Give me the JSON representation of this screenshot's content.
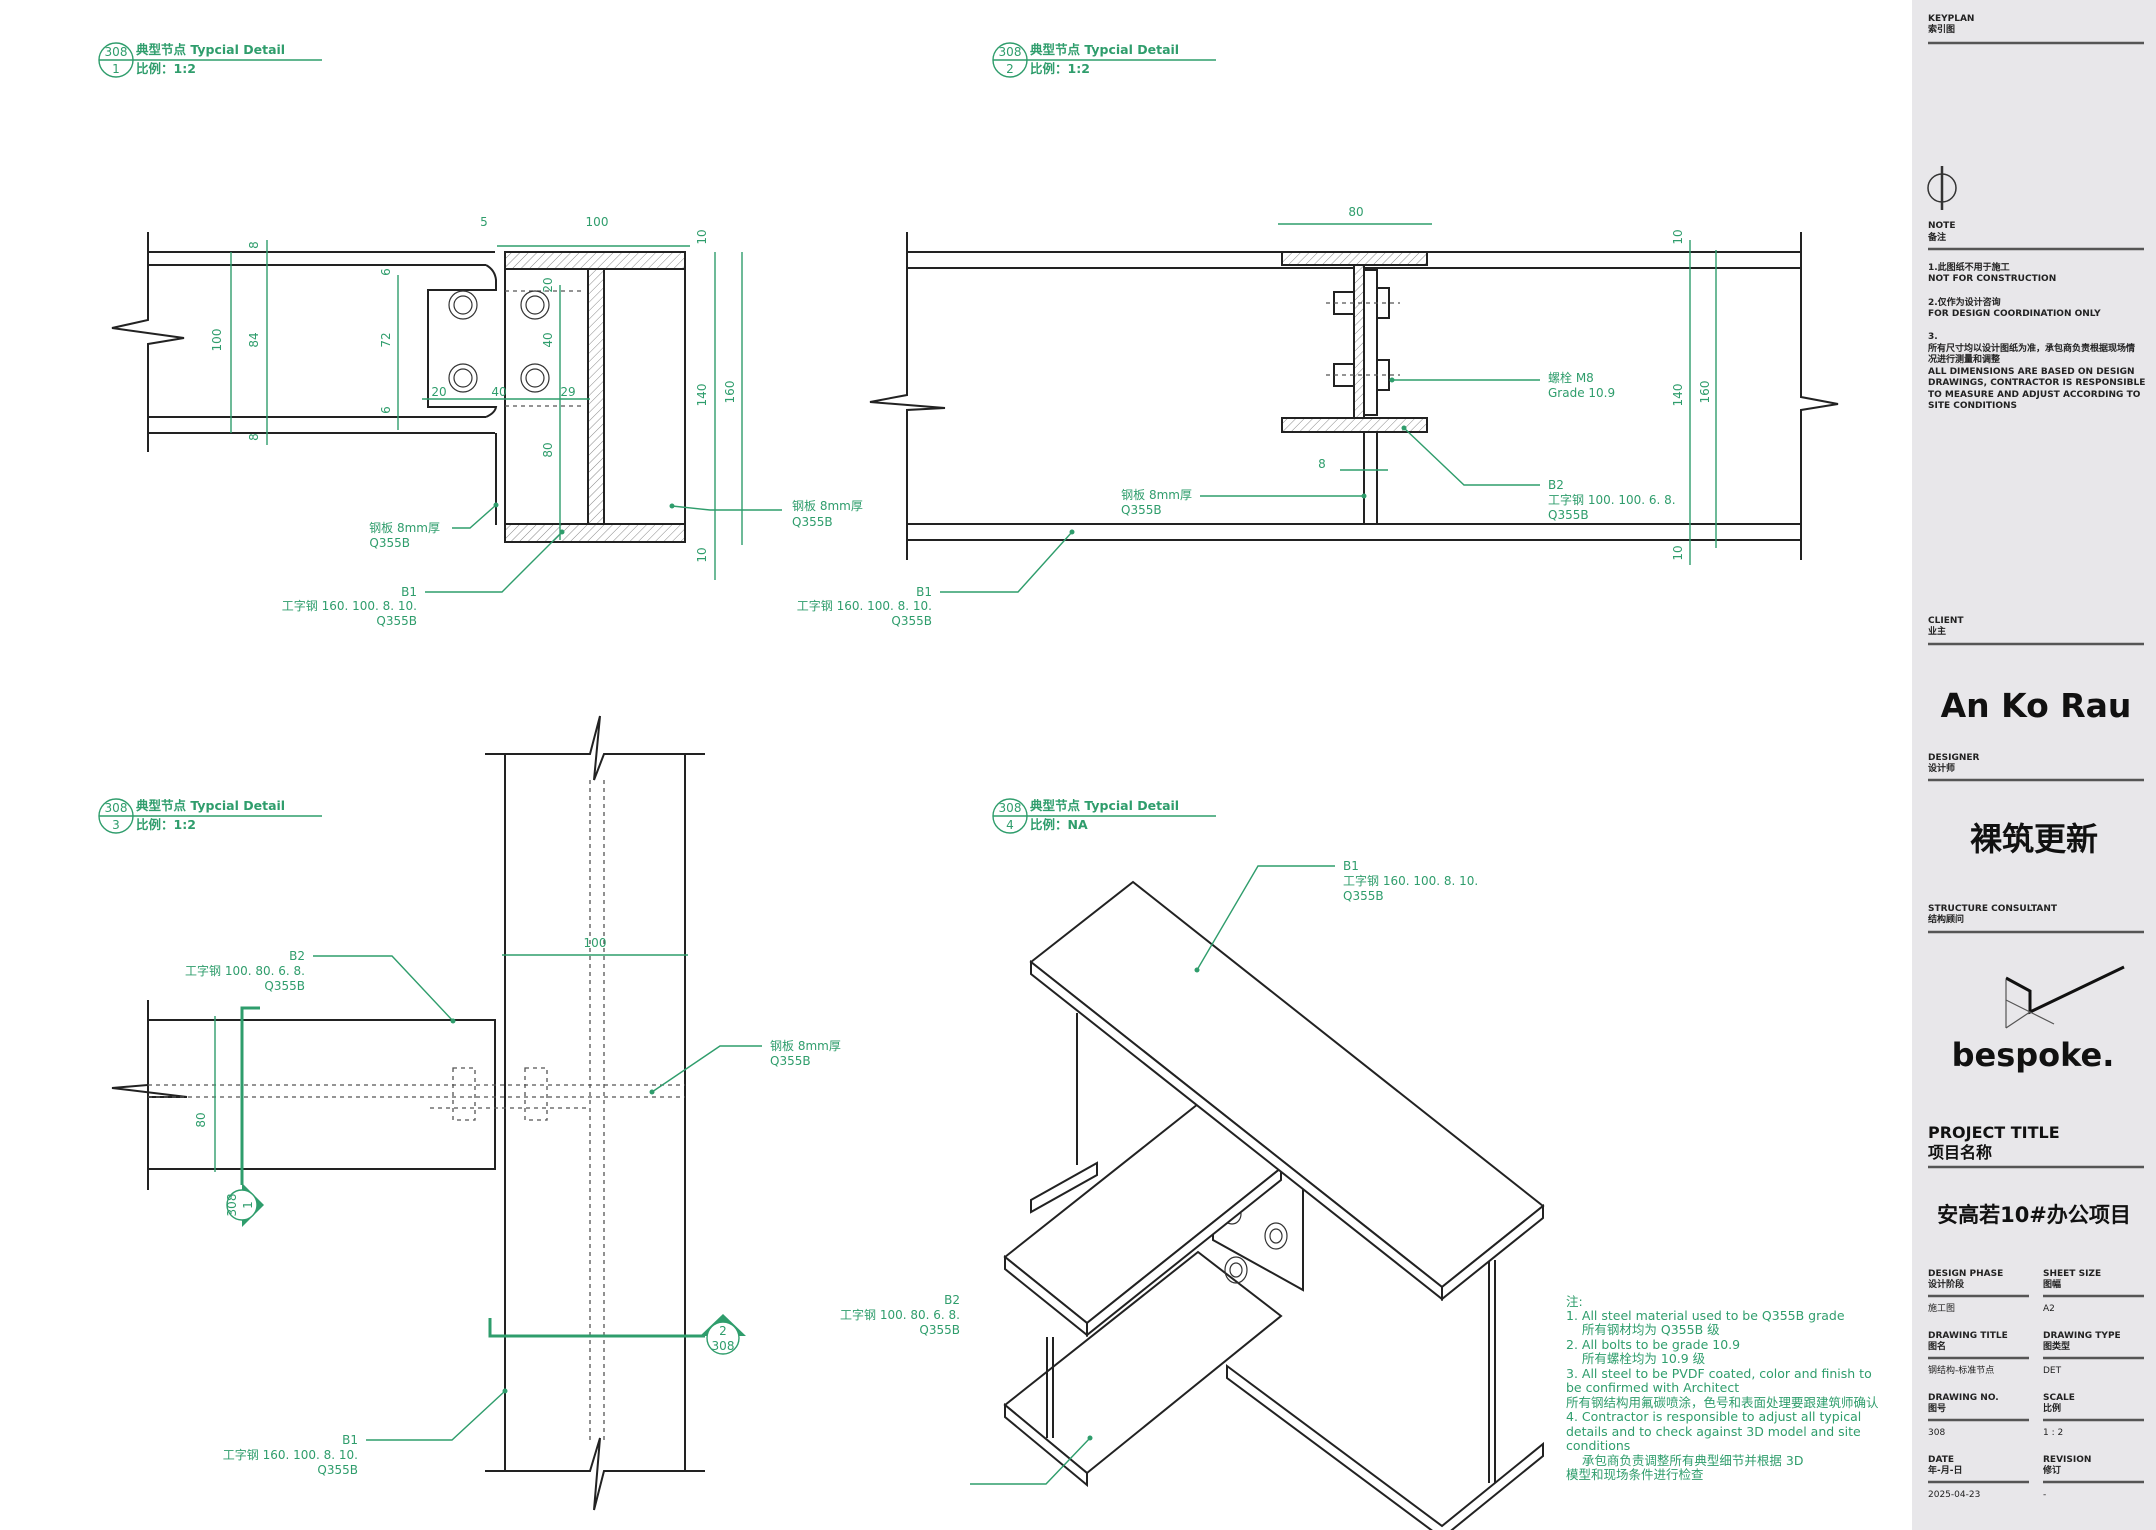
{
  "colors": {
    "accent": "#2f9d6c",
    "sidebar": "#e8e7ea",
    "line": "#222222"
  },
  "details": [
    {
      "sheet": "308",
      "num": "1",
      "title": "典型节点 Typcial Detail",
      "scale": "比例：1:2"
    },
    {
      "sheet": "308",
      "num": "2",
      "title": "典型节点 Typcial Detail",
      "scale": "比例：1:2"
    },
    {
      "sheet": "308",
      "num": "3",
      "title": "典型节点 Typcial Detail",
      "scale": "比例：1:2"
    },
    {
      "sheet": "308",
      "num": "4",
      "title": "典型节点 Typcial Detail",
      "scale": "比例：NA"
    }
  ],
  "detail1": {
    "dims": [
      "5",
      "100",
      "8",
      "100",
      "84",
      "72",
      "6",
      "6",
      "8",
      "20",
      "40",
      "80",
      "140",
      "160",
      "10",
      "10",
      "20",
      "40",
      "29"
    ],
    "plate_label": [
      "钢板 8mm厚",
      "Q355B"
    ],
    "plate_label_right": [
      "钢板 8mm厚",
      "Q355B"
    ],
    "b1_label": [
      "B1",
      "工字钢 160. 100. 8. 10.",
      "Q355B"
    ]
  },
  "detail2": {
    "dims": [
      "80",
      "10",
      "140",
      "160",
      "10",
      "8"
    ],
    "bolt_label": [
      "螺栓 M8",
      "Grade 10.9"
    ],
    "b2_label": [
      "B2",
      "工字钢 100. 100. 6. 8.",
      "Q355B"
    ],
    "plate_label": [
      "钢板 8mm厚",
      "Q355B"
    ],
    "b1_label": [
      "B1",
      "工字钢 160. 100. 8. 10.",
      "Q355B"
    ]
  },
  "detail3": {
    "dims": [
      "100",
      "80"
    ],
    "b2_label": [
      "B2",
      "工字钢 100. 80. 6. 8.",
      "Q355B"
    ],
    "plate_label": [
      "钢板 8mm厚",
      "Q355B"
    ],
    "b1_label": [
      "B1",
      "工字钢 160. 100. 8. 10.",
      "Q355B"
    ],
    "section_1": {
      "sheet": "308",
      "num": "1"
    },
    "section_2": {
      "sheet": "308",
      "num": "2"
    }
  },
  "detail4": {
    "b1_label": [
      "B1",
      "工字钢 160. 100. 8. 10.",
      "Q355B"
    ],
    "b2_label": [
      "B2",
      "工字钢 100. 80. 6. 8.",
      "Q355B"
    ]
  },
  "notes": {
    "heading": "注:",
    "lines": [
      "1. All steel material used to be Q355B grade",
      "    所有钢材均为 Q355B 级",
      "2. All bolts to be grade 10.9",
      "    所有螺栓均为 10.9 级",
      "3. All steel to be PVDF coated, color and finish to",
      "be confirmed with Architect",
      "所有钢结构用氟碳喷涂，色号和表面处理要跟建筑师确认",
      "4. Contractor is responsible to adjust all typical",
      "details and to check against 3D model and site",
      "conditions",
      "    承包商负责调整所有典型细节并根据 3D",
      "模型和现场条件进行检查"
    ]
  },
  "sidebar": {
    "keyplan": {
      "en": "KEYPLAN",
      "cn": "索引图"
    },
    "note": {
      "en": "NOTE",
      "cn": "备注"
    },
    "note_items": [
      "1.此图纸不用于施工",
      "NOT FOR CONSTRUCTION",
      "",
      "2.仅作为设计咨询",
      "FOR DESIGN COORDINATION ONLY",
      "",
      "3.",
      "所有尺寸均以设计图纸为准，承包商负责根据现场情",
      "况进行测量和调整",
      "ALL DIMENSIONS ARE BASED ON DESIGN",
      "DRAWINGS, CONTRACTOR IS RESPONSIBLE",
      "TO MEASURE AND ADJUST ACCORDING TO",
      "SITE CONDITIONS"
    ],
    "client": {
      "en": "CLIENT",
      "cn": "业主",
      "value": "An Ko Rau"
    },
    "designer": {
      "en": "DESIGNER",
      "cn": "设计师",
      "value": "裸筑更新"
    },
    "consultant": {
      "en": "STRUCTURE CONSULTANT",
      "cn": "结构顾问",
      "logo_text": "bespoke."
    },
    "project": {
      "en": "PROJECT TITLE",
      "cn": "项目名称",
      "value": "安高若10#办公项目"
    },
    "fields": [
      {
        "en": "DESIGN PHASE",
        "cn": "设计阶段",
        "value": "施工图"
      },
      {
        "en": "SHEET SIZE",
        "cn": "图幅",
        "value": "A2"
      },
      {
        "en": "DRAWING TITLE",
        "cn": "图名",
        "value": "钢结构-标准节点"
      },
      {
        "en": "DRAWING TYPE",
        "cn": "图类型",
        "value": "DET"
      },
      {
        "en": "DRAWING NO.",
        "cn": "图号",
        "value": "308"
      },
      {
        "en": "SCALE",
        "cn": "比例",
        "value": "1 : 2"
      },
      {
        "en": "DATE",
        "cn": "年-月-日",
        "value": "2025-04-23"
      },
      {
        "en": "REVISION",
        "cn": "修订",
        "value": "-"
      }
    ]
  }
}
